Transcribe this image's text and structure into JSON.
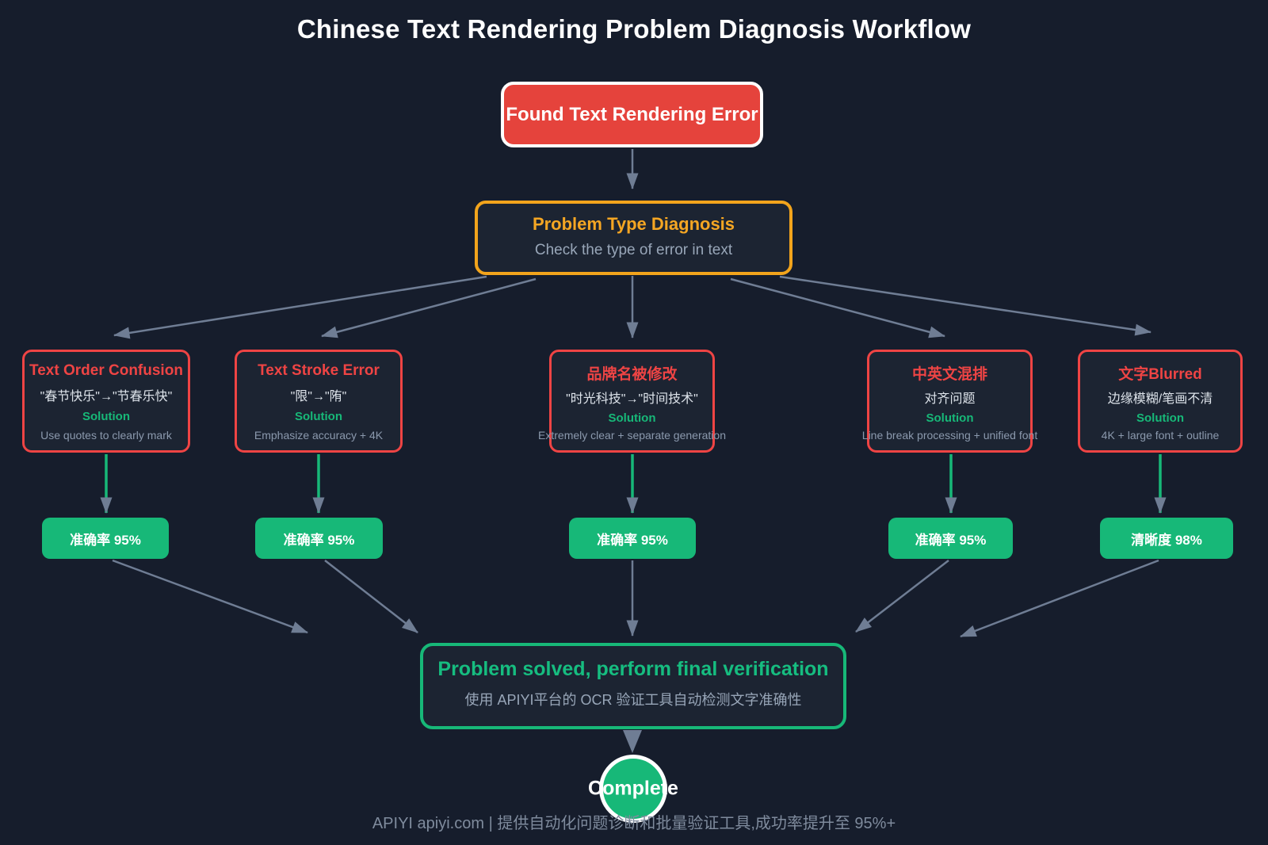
{
  "title": "Chinese Text Rendering Problem Diagnosis Workflow",
  "start": {
    "label": "Found Text Rendering Error"
  },
  "diagnosis": {
    "title": "Problem Type Diagnosis",
    "subtitle": "Check the type of error in text"
  },
  "branches": [
    {
      "title": "Text Order Confusion",
      "example": "\"春节快乐\"→\"节春乐快\"",
      "solution_label": "Solution",
      "solution": "Use quotes to clearly mark",
      "result": "准确率 95%"
    },
    {
      "title": "Text Stroke Error",
      "example": "\"限\"→\"陏\"",
      "solution_label": "Solution",
      "solution": "Emphasize accuracy + 4K",
      "result": "准确率 95%"
    },
    {
      "title": "品牌名被修改",
      "example": "\"时光科技\"→\"时间技术\"",
      "solution_label": "Solution",
      "solution": "Extremely clear + separate generation",
      "result": "准确率 95%"
    },
    {
      "title": "中英文混排",
      "example": "对齐问题",
      "solution_label": "Solution",
      "solution": "Line break processing + unified font",
      "result": "准确率 95%"
    },
    {
      "title": "文字Blurred",
      "example": "边缘模糊/笔画不清",
      "solution_label": "Solution",
      "solution": "4K + large font + outline",
      "result": "清晰度 98%"
    }
  ],
  "final": {
    "title": "Problem solved, perform final verification",
    "subtitle": "使用 APIYI平台的 OCR 验证工具自动检测文字准确性"
  },
  "complete": {
    "label": "Complete"
  },
  "footer": "APIYI apiyi.com | 提供自动化问题诊断和批量验证工具,成功率提升至 95%+",
  "colors": {
    "background": "#161d2c",
    "node_fill": "#1c2432",
    "red": "#ef4444",
    "start_fill": "#e5433c",
    "orange": "#f5a623",
    "green": "#17b878",
    "arrow": "#6f7d94",
    "muted_text": "#98a6b8"
  }
}
